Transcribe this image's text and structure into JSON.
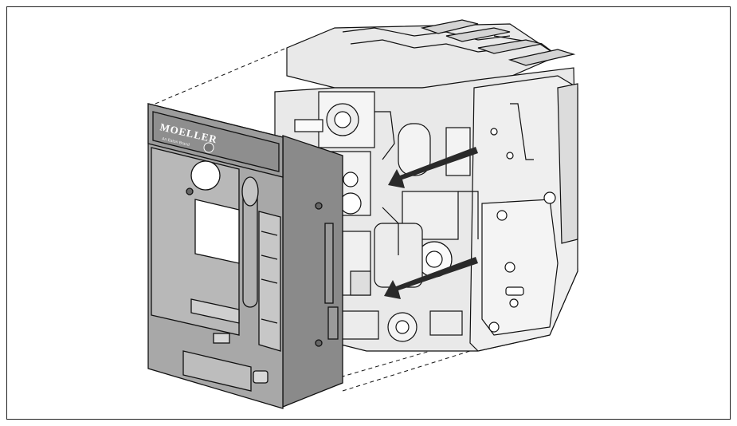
{
  "figure": {
    "brand_logo_text": "MOELLER",
    "brand_sub_text": "An Eaton Brand",
    "stroke_color": "#111111",
    "panel_fill": "#a9a9a9",
    "panel_dark": "#7d7d7d",
    "body_fill": "#e6e6e6",
    "arrow_color": "#2a2a2a",
    "icons": [
      "moeller-logo",
      "direction-arrow",
      "screw-head"
    ]
  }
}
